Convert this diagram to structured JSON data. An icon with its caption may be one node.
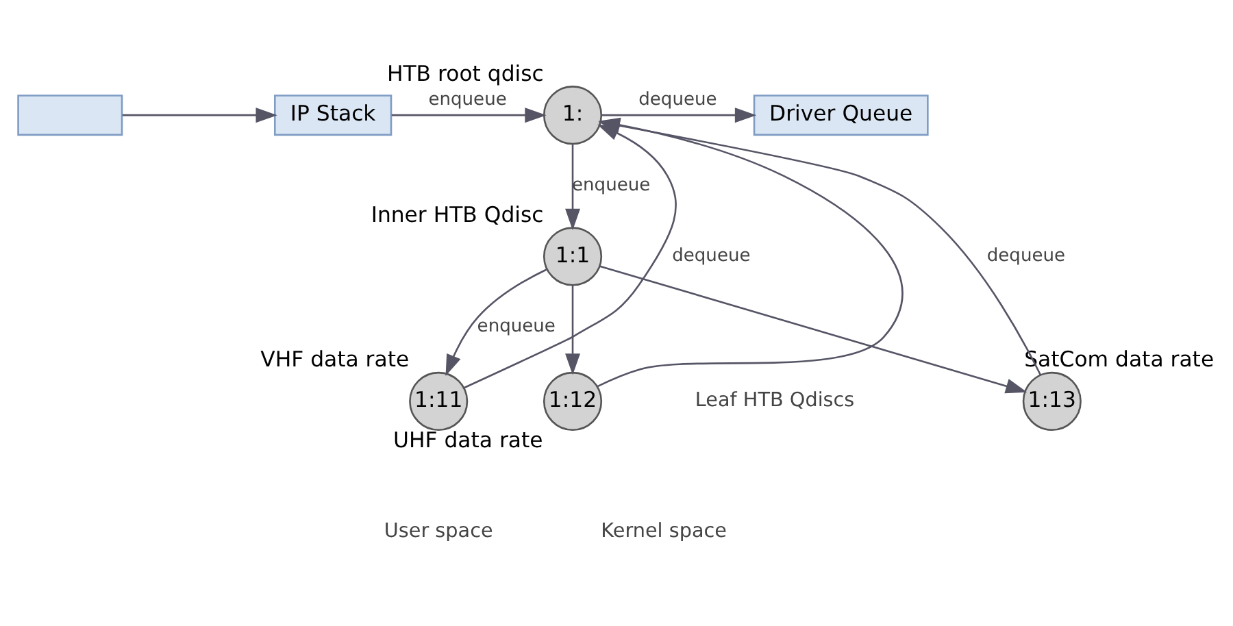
{
  "diagram": {
    "nodes": [
      {
        "text": [],
        "shape": "box"
      },
      {
        "text": [
          "IP Stack"
        ]
      },
      {
        "text": [
          "1:"
        ],
        "beside": [
          "HTB root qdisc"
        ]
      },
      {
        "text": [
          "Driver Queue"
        ]
      },
      {
        "text": [
          "1:1"
        ],
        "beside": [
          "Inner HTB Qdisc"
        ]
      },
      {
        "text": [
          "1:11"
        ],
        "beside": [
          "VHF data rate"
        ]
      },
      {
        "text": [
          "1:12"
        ],
        "beside": [
          "UHF data rate"
        ]
      },
      {
        "text": [
          "1:13"
        ],
        "beside": [
          "SatCom data rate"
        ]
      }
    ],
    "edges": [
      {
        "from": 0,
        "to": 1,
        "arrow": "to"
      },
      {
        "from": 1,
        "to": 2,
        "arrow": "to",
        "label": "enqueue"
      },
      {
        "from": 2,
        "to": 3,
        "arrow": "to",
        "label": "dequeue"
      },
      {
        "from": 2,
        "to": 4,
        "arrow": "to",
        "label": "enqueue"
      },
      {
        "from": 4,
        "to": 5,
        "arrow": "to",
        "label": "enqueue"
      },
      {
        "from": 4,
        "to": 6,
        "arrow": "to"
      },
      {
        "from": 4,
        "to": 7,
        "arrow": "to"
      },
      {
        "from": 5,
        "to": 2,
        "arrow": "to",
        "label": "dequeue"
      },
      {
        "from": 6,
        "to": 2,
        "arrow": "to"
      },
      {
        "from": 7,
        "to": 2,
        "arrow": "to",
        "label": "dequeue"
      }
    ],
    "labels": [
      "Leaf HTB Qdiscs",
      "User space",
      "Kernel space"
    ]
  }
}
